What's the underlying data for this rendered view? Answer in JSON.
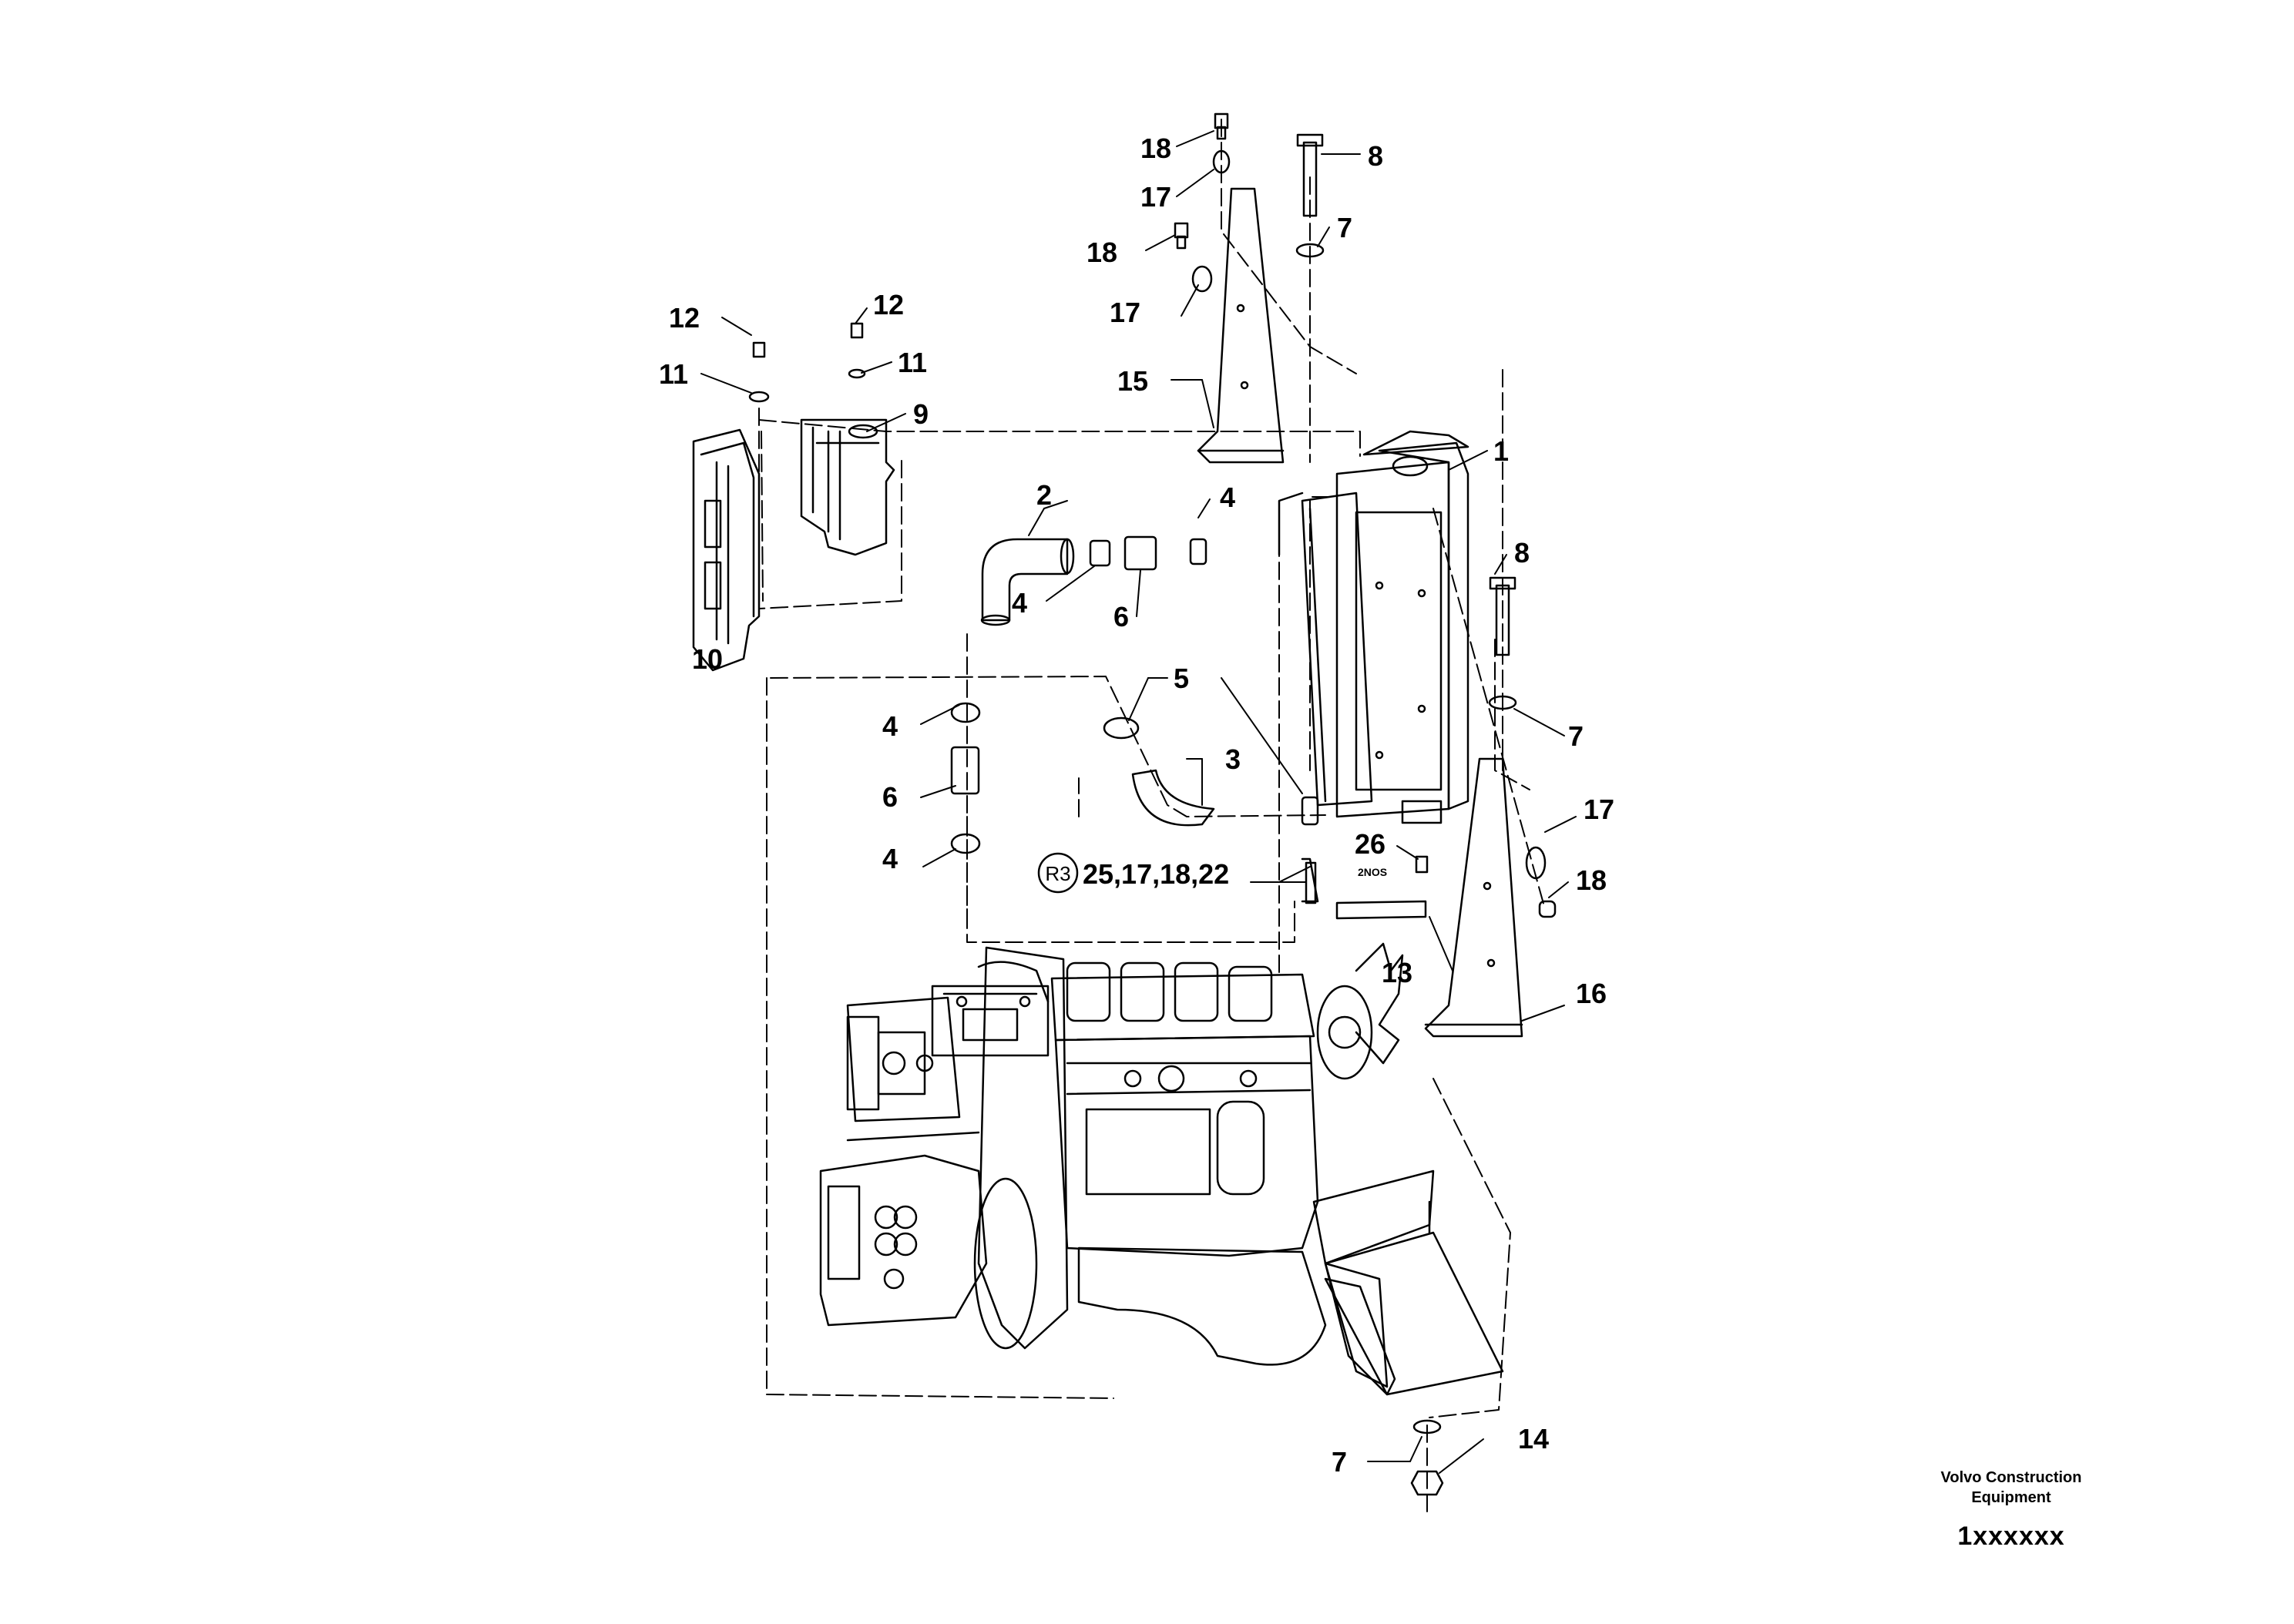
{
  "labels": [
    "18",
    "17",
    "18",
    "17",
    "8",
    "7",
    "12",
    "12",
    "11",
    "11",
    "9",
    "15",
    "1",
    "2",
    "4",
    "4",
    "6",
    "8",
    "10",
    "5",
    "7",
    "4",
    "3",
    "17",
    "6",
    "26",
    "18",
    "4",
    "25,17,18,22",
    "13",
    "16",
    "7",
    "14"
  ],
  "note_2nos": "2NOS",
  "ref_badge": "R3",
  "brand": {
    "line1": "Volvo Construction",
    "line2": "Equipment",
    "code": "1xxxxxx"
  }
}
